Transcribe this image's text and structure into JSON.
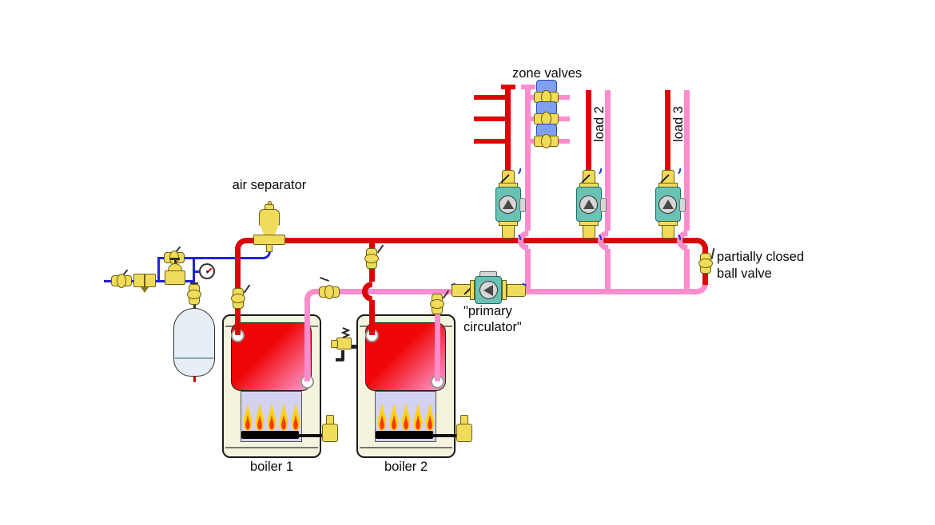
{
  "labels": {
    "zone_valves": "zone valves",
    "load2": "load 2",
    "load3": "load 3",
    "air_separator": "air separator",
    "primary_circulator": "\"primary circulator\"",
    "partially_closed_ball_valve": "partially closed ball valve",
    "boiler1": "boiler 1",
    "boiler2": "boiler 2"
  },
  "colors": {
    "supply": "#dd0606",
    "return": "#ff8ccd",
    "feed": "#2222dd",
    "brass": "#f0dc5a",
    "brassDark": "#6b5e12",
    "pump": "#6ac2b4",
    "pumpDark": "#1e6e60",
    "actuator": "#7f9ff0",
    "actuatorDark": "#2a4bb0",
    "casing": "#f4f4de",
    "heatTop": "#ee0606",
    "heatBottom": "#ffa0d8",
    "chamber": "#d2d2f0",
    "flame": "#ffd214",
    "flameCore": "#ff3d00",
    "tankFill": "#e6eff6",
    "metal": "#d6d6d6"
  }
}
